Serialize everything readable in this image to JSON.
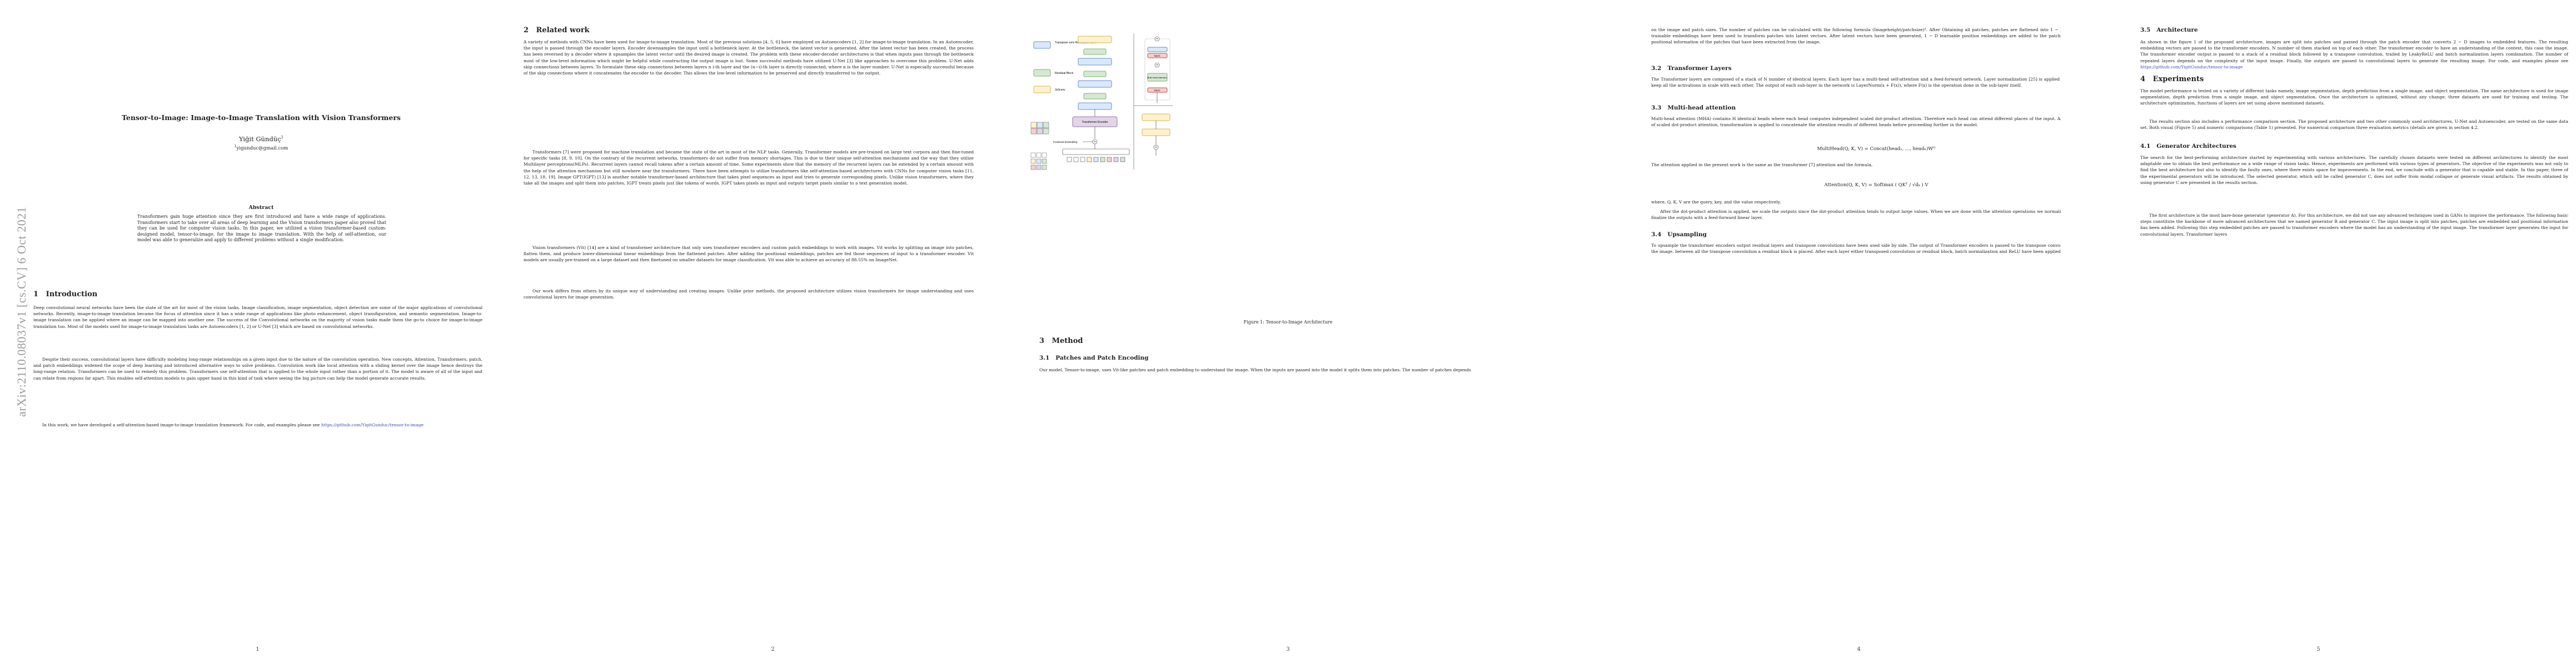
{
  "page_numbers": [
    "1",
    "2",
    "3",
    "4",
    "5"
  ],
  "arxiv_id": "arXiv:2110.08037v1  [cs.CV]  6 Oct 2021",
  "title": "Tensor-to-Image: Image-to-Image Translation with Vision Transformers",
  "author": "Yiğit Gündüç",
  "author_mark": "1",
  "email": "yigunduc@gmail.com",
  "email_mark": "1",
  "abstract_title": "Abstract",
  "abstract": "Transformers gain huge attention since they are first introduced and have a wide range of applications. Transformers start to take over all areas of deep learning and the Vision transformers paper also proved that they can be used for computer vision tasks. In this paper, we utilized a vision transformer-based custom-designed model, tensor-to-image, for the image to image translation. With the help of self-attention, our model was able to generalize and apply to different problems without a single modification.",
  "sec1": {
    "num": "1",
    "heading": "Introduction",
    "p1": "Deep convolutional neural networks have been the state of the art for most of the vision tasks. Image classification, image segmentation, object detection are some of the major applications of convolutional networks. Recently, image-to-image translation became the focus of attention since it has a wide range of applications like photo enhancement, object transfiguration, and semantic segmentation. Image-to-image translation can be applied where an image can be mapped into another one. The success of the Convolutional networks on the majority of vision tasks made them the go-to choice for image-to-image translation too. Most of the models used for image-to-image translation tasks are Autoencoders [1, 2] or U-Net [3] which are based on convolutional networks.",
    "p2": "Despite their success, convolutional layers have difficulty modeling long-range relationships on a given input due to the nature of the convolution operation. New concepts, Attention, Transformers, patch, and patch embeddings widened the scope of deep learning and introduced alternative ways to solve problems. Convolution work like local attention with a sliding kernel over the image hence destroys the long-range relation. Transformers can be used to remedy this problem. Transformers use self-attention that is applied to the whole input rather than a portion of it. The model is aware of all of the input and can relate from regions far apart. This enables self-attention models to gain upper hand in this kind of task where seeing the big picture can help the model generate accurate results.",
    "p3_text": "In this work, we have developed a self-attention-based image-to-image translation framework. For code, and examples please see ",
    "p3_link": "https://github.com/YigitGunduc/tensor-to-image"
  },
  "sec2": {
    "num": "2",
    "heading": "Related work",
    "p1": "A variety of methods with CNNs have been used for image-to-image translation. Most of the previous solutions [4, 5, 6] have employed on Autoencoders [1, 2] for image-to-image translation. In an Autoencoder, the input is passed through the encoder layers. Encoder downsamples the input until a bottleneck layer. At the bottleneck, the latent vector is generated. After the latent vector has been created, the process has been reversed by a decoder where it upsamples the latent vector until the desired image is created. The problem with these encoder-decoder architectures is that when inputs pass through the bottleneck most of the low-level information which might be helpful while constructing the output image is lost. Some successful methods have utilized U-Net [3] like approaches to overcome this problem. U-Net adds skip connections between layers. To formulate these skip connections between layers n i-th layer and the (n−i)-th layer is directly connected, where n is the layer number. U-Net is especially successful because of the skip connections where it concatenates the encoder to the decoder. This allows the low-level information to be preserved and directly transferred to the output.",
    "p2": "Transformers [7] were proposed for machine translation and became the state of the art in most of the NLP tasks. Generally, Transformer models are pre-trained on large text corpora and then fine-tuned for specific tasks [8, 9, 10]. On the contrary of the recurrent networks, transformers do not suffer from memory shortages. This is due to their unique self-attention mechanisms and the way that they utilize Multilayer perceptrons(MLPs). Recurrent layers cannot recall tokens after a certain amount of time. Some experiments show that the memory of the recurrent layers can be extended by a certain amount with the help of the attention mechanism but still nowhere near the transformers. There have been attempts to utilize transformers like self-attention-based architectures with CNNs for computer vision tasks [11, 12, 13, 18, 19]. Image GPT(IGPT) [13] is another notable transformer-based architecture that takes pixel sequences as input and tries to generate corresponding pixels. Unlike vision transformers, where they take all the images and split them into patches, IGPT treats pixels just like tokens of words. IGPT takes pixels as input and outputs target pixels similar to a text generation model.",
    "p3": "Vision transformers (Vit) [14] are a kind of transformer architecture that only uses transformer encoders and custom patch embeddings to work with images. Vit works by splitting an image into patches, flatten them, and produce lower-dimensional linear embeddings from the flattened patches. After adding the positional embeddings, patches are fed those sequences of input to a transformer encoder. Vit models are usually pre-trained on a large dataset and then finetuned on smaller datasets for image classification. Vit was able to achieve an accuracy of 88.55% on ImageNet.",
    "p4": "Our work differs from others by its unique way of understanding and creating images. Unlike prior methods, the proposed architecture utilizes vision transformers for image understanding and uses convolutional layers for image generation."
  },
  "figure": {
    "legend_tconv": "Transpose conv Relu Batch Norm",
    "legend_res": "Residual Block",
    "legend_conv": "3x3conv",
    "encoder_label": "Transformer Encoder",
    "pos_emb_label": "Positional Embedding",
    "norm_top": "Norm",
    "norm_bottom": "Norm",
    "mha_label": "Multi-Head Attention",
    "caption": "Figure 1: Tensor-to-Image Architecture",
    "colors": {
      "tconv": "#dae8fc",
      "res": "#d5e8d4",
      "conv": "#fff2cc",
      "encoder": "#e1d5e7",
      "norm": "#f8cecc",
      "stroke": "#6c8ebf"
    }
  },
  "sec3": {
    "num": "3",
    "heading": "Method",
    "s1_num": "3.1",
    "s1_heading": "Patches and Patch Encoding",
    "s1_p1": "Our model, Tensor-to-image, uses Vit-like patches and patch embedding to understand the image. When the inputs are passed into the model it splits them into patches. The number of patches depends",
    "s1_p2": "on the image and patch sizes. The number of patches can be calculated with the following formula (Imageheight/patchsize)². After Obtaining all patches, patches are flattened into 1 − D sequences. Also, trainable embeddings have been used to transform patches into latent vectors. After latent vectors have been generated, 1 − D learnable position embeddings are added to the patches to preserve the positional information of the patches that have been extracted from the image.",
    "s2_num": "3.2",
    "s2_heading": "Transformer Layers",
    "s2_p1": "The Transformer layers are composed of a stack of N number of identical layers. Each layer has a multi-head self-attention and a feed-forward network. Layer normalization [25] is applied after each layer to keep all the activations in scale with each other. The output of each sub-layer in the network is LayerNorm(x + F(x)), where F(x) is the operation done in the sub-layer itself.",
    "s3_num": "3.3",
    "s3_heading": "Multi-head attention",
    "s3_p1": "Multi-head attention (MHA) contains H identical heads where each head computes independent scaled dot-product attention. Therefore each head can attend different places of the input. After the calculation of scaled dot-product attention, transformation is applied to concatenate the attention results of different heads before proceeding further in the model.",
    "eq1": "MultiHead(Q, K, V) = Concat(head₁, ..., headₕ)Wᴼ",
    "s3_p2": "The attention applied in the present work is the same as the transformer [7] attention and the formula,",
    "eq2": "Attention(Q, K, V) = Softmax ( QKᵀ / √dₖ ) V",
    "s3_p3": "where, Q, K, V are the query, key, and the value respectively.",
    "s3_p4": "After the dot-product attention is applied, we scale the outputs since the dot-product attention tends to output large values. When we are done with the attention operations we normalize the outputs and finalize the outputs with a feed-forward linear layer.",
    "s4_num": "3.4",
    "s4_heading": "Upsampling",
    "s4_p1": "To upsample the transformer encoders output residual layers and transpose convolutions have been used side by side. The output of Transformer encoders is passed to the transpose convolutions to generate the image. between all the transpose convolution a residual block is placed. After each layer either transposed convolution or residual block, batch normalization and ReLU have been applied.",
    "s5_num": "3.5",
    "s5_heading": "Architecture",
    "s5_p1": "As shown in the figure 1 of the proposed architecture, images are split into patches and passed through the patch encoder that converts 2 − D images to embedded features. The resulting embedding vectors are passed to the transformer encoders. N number of them stacked on top of each other. The transformer encoder to have an understanding of the context, this case the image. The transformer encoder output is passed to a stack of a residual block followed by a transpose convolution, trailed by LeakyReLU and batch normalization layers combination. The number of repeated layers depends on the complexity of the input image. Finally, the outputs are passed to convolutional layers to generate the resulting image. For code, and examples please see ",
    "s5_link": "https://github.com/YigitGunduc/tensor-to-image"
  },
  "sec4": {
    "num": "4",
    "heading": "Experiments",
    "p1": "The model performance is tested on a variety of different tasks namely, image segmentation, depth prediction from a single image, and object segmentation. The same architecture is used for image segmentation, depth prediction from a single image, and object segmentation. Once the architecture is optimized, without any change, three datasets are used for training and testing. The architecture optimization, functions of layers are set using above mentioned datasets.",
    "p2": "The results section also includes a performance comparison section. The proposed architecture and two other commonly used architectures, U-Net and Autoencoder, are tested on the same data set. Both visual (Figure 5) and numeric comparisons (Table 1) presented. For numerical comparison three evaluation metrics (details are given in section 4.2.",
    "s1_num": "4.1",
    "s1_heading": "Generator Architectures",
    "s1_p1": "The search for the best-performing architecture started by experimenting with various architectures. The carefully chosen datasets were tested on different architectures to identify the most adaptable one to obtain the best performance on a wide range of vision tasks. Hence, experiments are performed with various types of generators. The objective of the experiments was not only to find the best architecture but also to identify the faulty ones, where there exists space for improvements. In the end, we conclude with a generator that is capable and stable. In this paper, three of the experimental generators will be introduced. The selected generator, which will be called generator C, does not suffer from modal collapse or generate visual artifacts. The results obtained by using generator C are presented in the results section.",
    "s1_p2": "The first architecture is the most bare-bone generator (generator A). For this architecture, we did not use any advanced techniques used in GANs to improve the performance. The following basic steps constitute the backbone of more advanced architectures that we named generator B and generator C. The input image is split into patches, patches are embedded and positional information has been added. Following this step embedded patches are passed to transformer encoders where the model has an understanding of the input image. The transformer layer generates the input for convolutional layers. Transformer layers"
  }
}
